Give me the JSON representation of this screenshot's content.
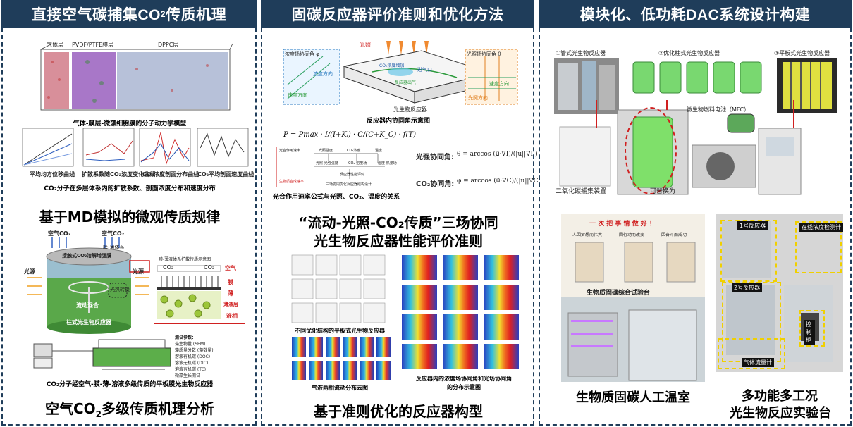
{
  "panels": {
    "left": {
      "title_prefix": "直接空气碳捕集CO",
      "title_sub": "2",
      "title_suffix": "传质机理",
      "md_layers": {
        "gas": "气体层",
        "pvdf": "PVDF/PTFE膜层",
        "dppc": "DPPC层"
      },
      "md_caption": "气体-膜层-微藻细胞膜的分子动力学模型",
      "plot_captions": [
        "平均均方位移曲线",
        "扩散系数随CO₂浓度变化曲线",
        "CO₂浓度剖面分布曲线",
        "CO₂平均剖面速度曲线"
      ],
      "plots_caption": "CO₂分子在多层体系内的扩散系数、剖面浓度分布和速度分布",
      "section1": "基于MD模拟的微观传质规律",
      "reactor_labels": {
        "air_co2_left": "空气CO₂",
        "air_co2_right": "空气CO₂",
        "membrane": "接触式CO₂溶解增强膜",
        "membrane_system": "膜-薄体系",
        "light_left": "光源",
        "light_right": "光源",
        "mixing": "流动混合",
        "photo": "光热转换",
        "reactor_name": "柱式光生物反应器",
        "inset_title": "膜-薄液体系扩散传质示意图",
        "co2_a": "CO₂",
        "co2_b": "CO₂",
        "air": "空气",
        "membrane_word": "膜",
        "film": "薄",
        "thin_liquid": "薄液层",
        "liquid": "液相"
      },
      "pbr_caption": "CO₂分子经空气-膜-薄-溶液多级传质的平板膜光生物反应器",
      "test_params": [
        "测试参数：",
        "藻生物量 (SEM)",
        "藻质量分数 (藻数量)",
        "溶液有机碳 (DOC)",
        "溶液无机碳 (DIC)",
        "溶液有机碳 (TC)",
        "微藻生长测试"
      ],
      "section2_prefix": "空气CO",
      "section2_sub": "2",
      "section2_suffix": "多级传质机理分析"
    },
    "middle": {
      "title": "固碳反应器评价准则和优化方法",
      "diagram_labels": {
        "light": "光照",
        "conc_angle": "浓度场协同角 φ",
        "light_angle": "光照场协同角 θ",
        "conc_dir": "浓度方向",
        "vel_dir_left": "速度方向",
        "vel_dir_right": "速度方向",
        "light_dir": "光照方向",
        "co2": "CO₂浓度增加",
        "inlet": "进气口",
        "outlet": "反应器出气",
        "reactor": "光生物反应器"
      },
      "diagram_caption": "反应器内协同角示意图",
      "formula_caption": "光合作用速率公式与光照、CO₂、温度的关系",
      "formula_main": "P = Pmax · I/(I+Kᵢ) · C/(C+K_C) · f(T)",
      "flow_boxes": [
        "光合作用速率",
        "光照强度",
        "CO₂浓度",
        "温度",
        "光照-光强强度",
        "CO₂-溶度场",
        "温度-热量场",
        "反应器性能评价",
        "生物质合成速率",
        "三场协同优化反应器结构设计"
      ],
      "light_synergy_label": "光强协同角:",
      "light_synergy_formula": "θ = arccos (u⃗·∇I)/(|u||∇I|)",
      "co2_synergy_label": "CO₂协同角:",
      "co2_synergy_formula": "φ = arccos (u⃗·∇C)/(|u||∇C|)",
      "section1_line1": "“流动-光照-CO₂传质”三场协同",
      "section1_line2": "光生物反应器性能评价准则",
      "structure_caption": "不同优化结构的平板式光生物反应器",
      "sim_caption_1": "反应器内的浓度场协同角和光场协同角",
      "sim_caption_2": "的分布示意图",
      "cloud_caption": "气液两相流动分布云图",
      "section2": "基于准则优化的反应器构型"
    },
    "right": {
      "title": "模块化、低功耗DAC系统设计构建",
      "reactor_types": [
        "①管式光生物反应器",
        "②优化柱式光生物反应器",
        "③平板式光生物反应器"
      ],
      "mfc": "微生物燃料电池（MFC）",
      "capture": "二氧化碳捕集装置",
      "swap": "可替换为",
      "banner_text": "一 次 把 事 情 做 好 ！",
      "slogans": [
        "人因梦想而伟大",
        "因行动而改变",
        "因奋斗而成功"
      ],
      "lab_sign": "生物质固碳综合试验台",
      "greenhouse": "生物质固碳人工温室",
      "reactor1": "1号反应器",
      "reactor2": "2号反应器",
      "online": "在线浓度检测计",
      "control": "控制柜",
      "flow": "气体流量计",
      "multi_line1": "多功能多工况",
      "multi_line2": "光生物反应实验台"
    }
  }
}
